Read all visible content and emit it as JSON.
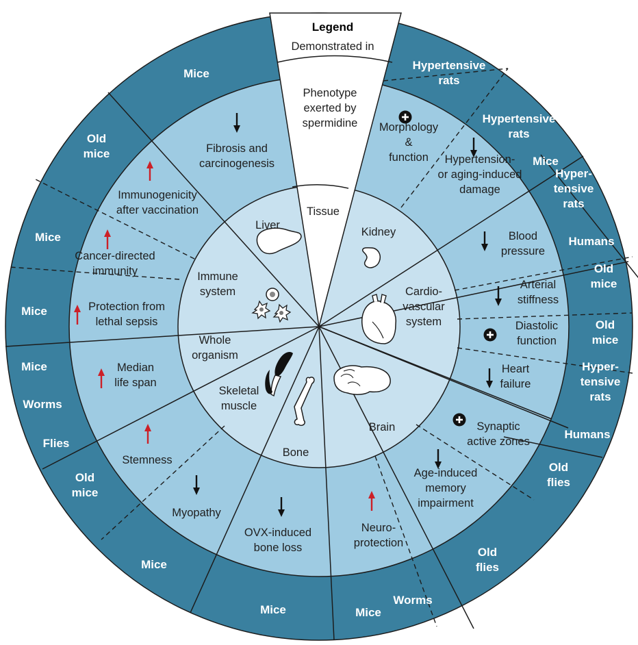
{
  "legend": {
    "title": "Legend",
    "outer_label": "Demonstrated in",
    "middle_label": [
      "Phenotype",
      "exerted by",
      "spermidine"
    ],
    "inner_label": "Tissue"
  },
  "colors": {
    "outer_ring": "#3a809f",
    "middle_ring": "#9ecbe2",
    "inner_disc": "#c8e1ef",
    "up_arrow": "#cc2027",
    "down_arrow": "#111111",
    "plus_badge": "#111111"
  },
  "symbols": {
    "up": "arrow-up-icon (red)",
    "down": "arrow-down-icon (black)",
    "plus": "plus-circle-icon"
  },
  "tissues": [
    {
      "id": "kidney",
      "label": [
        "Kidney"
      ],
      "icon": "kidney-icon"
    },
    {
      "id": "cardiovascular",
      "label": [
        "Cardio-",
        "vascular",
        "system"
      ],
      "icon": "heart-icon"
    },
    {
      "id": "brain",
      "label": [
        "Brain"
      ],
      "icon": "brain-icon"
    },
    {
      "id": "bone",
      "label": [
        "Bone"
      ],
      "icon": "bone-icon"
    },
    {
      "id": "skeletal-muscle",
      "label": [
        "Skeletal",
        "muscle"
      ],
      "icon": "muscle-icon"
    },
    {
      "id": "whole-organism",
      "label": [
        "Whole",
        "organism"
      ],
      "icon": ""
    },
    {
      "id": "immune-system",
      "label": [
        "Immune",
        "system"
      ],
      "icon": "immune-cells-icon"
    },
    {
      "id": "liver",
      "label": [
        "Liver"
      ],
      "icon": "liver-icon"
    }
  ],
  "phenotypes": [
    {
      "id": "kidney-function",
      "lines": [
        "Morphology",
        "&",
        "function"
      ],
      "symbol": "plus"
    },
    {
      "id": "kidney-damage",
      "lines": [
        "Hypertension-",
        "or aging-induced",
        "damage"
      ],
      "symbol": "down"
    },
    {
      "id": "blood-pressure",
      "lines": [
        "Blood",
        "pressure"
      ],
      "symbol": "down"
    },
    {
      "id": "arterial-stiffness",
      "lines": [
        "Arterial",
        "stiffness"
      ],
      "symbol": "down"
    },
    {
      "id": "diastolic-function",
      "lines": [
        "Diastolic",
        "function"
      ],
      "symbol": "plus"
    },
    {
      "id": "heart-failure",
      "lines": [
        "Heart",
        "failure"
      ],
      "symbol": "down"
    },
    {
      "id": "synaptic-zones",
      "lines": [
        "Synaptic",
        "active zones"
      ],
      "symbol": "plus"
    },
    {
      "id": "memory-impairment",
      "lines": [
        "Age-induced",
        "memory",
        "impairment"
      ],
      "symbol": "down"
    },
    {
      "id": "neuroprotection",
      "lines": [
        "Neuro-",
        "protection"
      ],
      "symbol": "up"
    },
    {
      "id": "bone-loss",
      "lines": [
        "OVX-induced",
        "bone loss"
      ],
      "symbol": "down"
    },
    {
      "id": "myopathy",
      "lines": [
        "Myopathy"
      ],
      "symbol": "down"
    },
    {
      "id": "stemness",
      "lines": [
        "Stemness"
      ],
      "symbol": "up"
    },
    {
      "id": "life-span",
      "lines": [
        "Median",
        "life span"
      ],
      "symbol": "up"
    },
    {
      "id": "sepsis-protection",
      "lines": [
        "Protection from",
        "lethal sepsis"
      ],
      "symbol": "up"
    },
    {
      "id": "cancer-immunity",
      "lines": [
        "Cancer-directed",
        "immunity"
      ],
      "symbol": "up"
    },
    {
      "id": "immunogenicity",
      "lines": [
        "Immunogenicity",
        "after vaccination"
      ],
      "symbol": "up"
    },
    {
      "id": "fibrosis",
      "lines": [
        "Fibrosis and",
        "carcinogenesis"
      ],
      "symbol": "down"
    }
  ],
  "models": [
    {
      "id": "kidney-function",
      "lines": [
        "Hypertensive",
        "rats"
      ]
    },
    {
      "id": "kidney-damage-rats",
      "lines": [
        "Hypertensive",
        "rats"
      ]
    },
    {
      "id": "kidney-damage-mice",
      "lines": [
        "Mice"
      ]
    },
    {
      "id": "blood-pressure-rats",
      "lines": [
        "Hyper-",
        "tensive",
        "rats"
      ]
    },
    {
      "id": "blood-pressure-humans",
      "lines": [
        "Humans"
      ]
    },
    {
      "id": "arterial-stiffness",
      "lines": [
        "Old",
        "mice"
      ]
    },
    {
      "id": "diastolic-function",
      "lines": [
        "Old",
        "mice"
      ]
    },
    {
      "id": "heart-failure-rats",
      "lines": [
        "Hyper-",
        "tensive",
        "rats"
      ]
    },
    {
      "id": "heart-failure-humans",
      "lines": [
        "Humans"
      ]
    },
    {
      "id": "synaptic-zones",
      "lines": [
        "Old",
        "flies"
      ]
    },
    {
      "id": "memory-impairment",
      "lines": [
        "Old",
        "flies"
      ]
    },
    {
      "id": "neuroprotection-worms",
      "lines": [
        "Worms"
      ]
    },
    {
      "id": "neuroprotection-mice",
      "lines": [
        "Mice"
      ]
    },
    {
      "id": "bone-loss",
      "lines": [
        "Mice"
      ]
    },
    {
      "id": "myopathy",
      "lines": [
        "Mice"
      ]
    },
    {
      "id": "stemness",
      "lines": [
        "Old",
        "mice"
      ]
    },
    {
      "id": "life-span-mice",
      "lines": [
        "Mice"
      ]
    },
    {
      "id": "life-span-worms",
      "lines": [
        "Worms"
      ]
    },
    {
      "id": "life-span-flies",
      "lines": [
        "Flies"
      ]
    },
    {
      "id": "sepsis-protection",
      "lines": [
        "Mice"
      ]
    },
    {
      "id": "cancer-immunity",
      "lines": [
        "Mice"
      ]
    },
    {
      "id": "immunogenicity",
      "lines": [
        "Old",
        "mice"
      ]
    },
    {
      "id": "fibrosis",
      "lines": [
        "Mice"
      ]
    }
  ]
}
